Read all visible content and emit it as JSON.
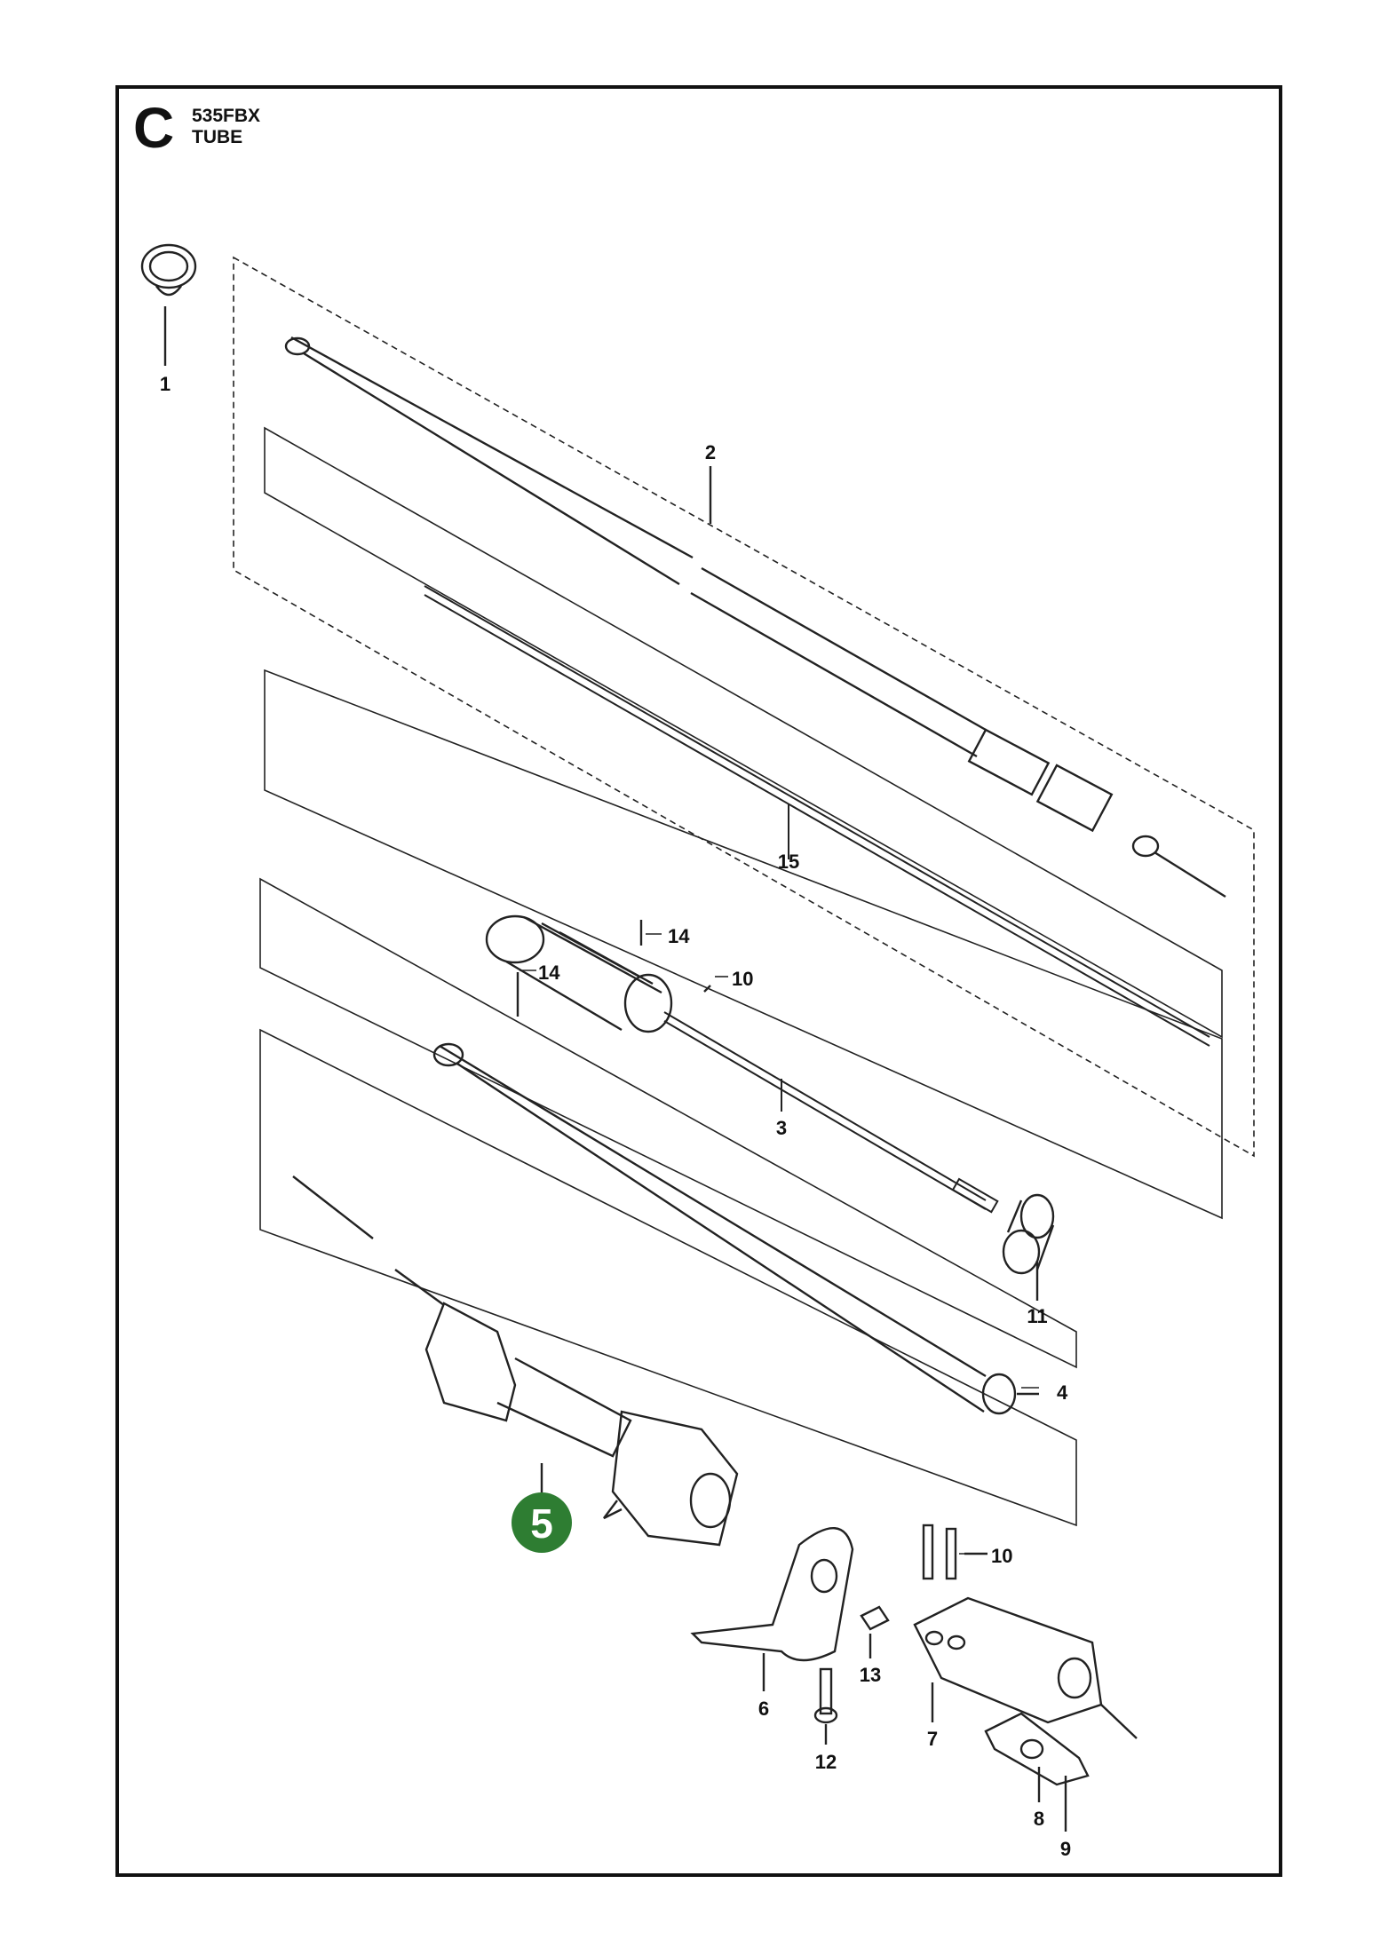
{
  "header": {
    "section": "C",
    "model": "535FBX",
    "subtitle": "TUBE"
  },
  "highlight": {
    "label": "5",
    "color": "#2e7d32"
  },
  "parts": [
    {
      "id": "p1",
      "label": "1"
    },
    {
      "id": "p2",
      "label": "2"
    },
    {
      "id": "p15",
      "label": "15"
    },
    {
      "id": "p14a",
      "label": "14"
    },
    {
      "id": "p10a",
      "label": "10"
    },
    {
      "id": "p14b",
      "label": "14"
    },
    {
      "id": "p3",
      "label": "3"
    },
    {
      "id": "p11",
      "label": "11"
    },
    {
      "id": "p4",
      "label": "4"
    },
    {
      "id": "p10b",
      "label": "10"
    },
    {
      "id": "p13",
      "label": "13"
    },
    {
      "id": "p6",
      "label": "6"
    },
    {
      "id": "p7",
      "label": "7"
    },
    {
      "id": "p12",
      "label": "12"
    },
    {
      "id": "p8",
      "label": "8"
    },
    {
      "id": "p9",
      "label": "9"
    }
  ]
}
